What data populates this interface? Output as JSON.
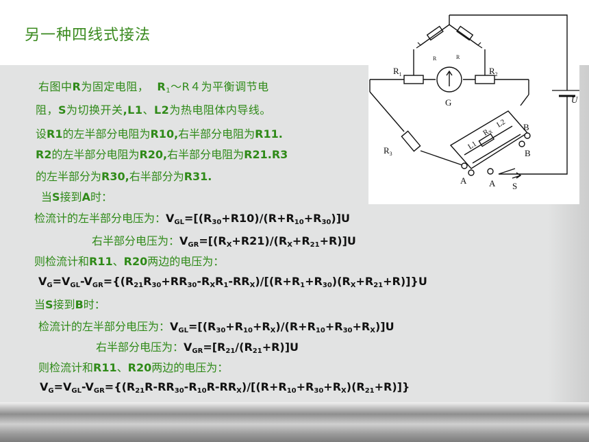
{
  "slide": {
    "title": "另一种四线式接法"
  },
  "circuit": {
    "labels": {
      "r1": "R",
      "r1_sub": "1",
      "r2": "R",
      "r2_sub": "2",
      "r3": "R",
      "r3_sub": "3",
      "r_left": "R",
      "r_right": "R",
      "g": "G",
      "u": "U",
      "l1": "L1",
      "l2": "L2",
      "rx": "R",
      "rx_sub": "X",
      "b1": "B",
      "b2": "B",
      "a1": "A",
      "a2": "A",
      "s": "S"
    }
  },
  "text": {
    "l1_a": "右图中",
    "l1_b": "R",
    "l1_c": "为固定电阻，",
    "l1_d": "R",
    "l1_e": "1",
    "l1_f": "～R４为平衡调节电",
    "l2_a": "阻，",
    "l2_b": "S",
    "l2_c": "为切换开关",
    "l2_d": ",L1",
    "l2_e": "、",
    "l2_f": "L2",
    "l2_g": "为热电阻体内导线。",
    "l3_a": "设",
    "l3_b": "R1",
    "l3_c": "的左半部分电阻为",
    "l3_d": "R10,",
    "l3_e": "右半部分电阻为",
    "l3_f": "R11.",
    "l4_a": "R2",
    "l4_b": "的左半部分电阻为",
    "l4_c": "R20,",
    "l4_d": "右半部分电阻为",
    "l4_e": "R21.R3",
    "l5_a": "的左半部分为",
    "l5_b": "R30,",
    "l5_c": "右半部分为",
    "l5_d": "R31.",
    "l6_a": "当",
    "l6_b": "S",
    "l6_c": "接到",
    "l6_d": "A",
    "l6_e": "时：",
    "l7_label": "检流计的左半部分电压为：",
    "l8_label": "右半部分电压为：",
    "l9_a": "则检流计和",
    "l9_b": "R11",
    "l9_c": "、",
    "l9_d": "R20",
    "l9_e": "两边的电压为：",
    "l11_a": "当",
    "l11_b": "S",
    "l11_c": "接到",
    "l11_d": "B",
    "l11_e": "时：",
    "l12_label": "检流计的左半部分电压为：",
    "l13_label": "右半部分电压为：",
    "l14_a": "则检流计和",
    "l14_b": "R11",
    "l14_c": "、",
    "l14_d": "R20",
    "l14_e": "两边的电压为："
  },
  "formulas": {
    "vgl_a": "V",
    "vgl_a_sub": "GL",
    "vgl_a_body": "=[(R",
    "vgl_a_s1": "30",
    "vgl_a_t1": "+R10)/(R+R",
    "vgl_a_s2": "10",
    "vgl_a_t2": "+R",
    "vgl_a_s3": "30",
    "vgl_a_t3": ")]U",
    "vgr_a": "V",
    "vgr_a_sub": "GR",
    "vgr_a_body": "=[(R",
    "vgr_a_s1": "X",
    "vgr_a_t1": "+R21)/(R",
    "vgr_a_s2": "X",
    "vgr_a_t2": "+R",
    "vgr_a_s3": "21",
    "vgr_a_t3": "+R)]U",
    "vg_a_t0": "V",
    "vg_a_s0": "G",
    "vg_a_t1": "=V",
    "vg_a_s1": "GL",
    "vg_a_t2": "-V",
    "vg_a_s2": "GR",
    "vg_a_t3": "={(R",
    "vg_a_s3": "21",
    "vg_a_t4": "R",
    "vg_a_s4": "30",
    "vg_a_t5": "+RR",
    "vg_a_s5": "30",
    "vg_a_t6": "-R",
    "vg_a_s6": "X",
    "vg_a_t7": "R",
    "vg_a_s7": "1",
    "vg_a_t8": "-RR",
    "vg_a_s8": "X",
    "vg_a_t9": ")/[(R+R",
    "vg_a_s9": "1",
    "vg_a_t10": "+R",
    "vg_a_s10": "30",
    "vg_a_t11": ")(R",
    "vg_a_s11": "X",
    "vg_a_t12": "+R",
    "vg_a_s12": "21",
    "vg_a_t13": "+R)]}U",
    "vgl_b_t0": "V",
    "vgl_b_s0": "GL",
    "vgl_b_t1": "=[(R",
    "vgl_b_s1": "30",
    "vgl_b_t2": "+R",
    "vgl_b_s2": "10",
    "vgl_b_t3": "+R",
    "vgl_b_s3": "X",
    "vgl_b_t4": ")/(R+R",
    "vgl_b_s4": "10",
    "vgl_b_t5": "+R",
    "vgl_b_s5": "30",
    "vgl_b_t6": "+R",
    "vgl_b_s6": "X",
    "vgl_b_t7": ")]U",
    "vgr_b_t0": "V",
    "vgr_b_s0": "GR",
    "vgr_b_t1": "=[R",
    "vgr_b_s1": "21",
    "vgr_b_t2": "/(R",
    "vgr_b_s2": "21",
    "vgr_b_t3": "+R)]U",
    "vg_b_t0": "V",
    "vg_b_s0": "G",
    "vg_b_t1": "=V",
    "vg_b_s1": "GL",
    "vg_b_t2": "-V",
    "vg_b_s2": "GR",
    "vg_b_t3": "={(R",
    "vg_b_s3": "21",
    "vg_b_t4": "R-RR",
    "vg_b_s4": "30",
    "vg_b_t5": "-R",
    "vg_b_s5": "10",
    "vg_b_t6": "R-RR",
    "vg_b_s6": "X",
    "vg_b_t7": ")/[(R+R",
    "vg_b_s7": "10",
    "vg_b_t8": "+R",
    "vg_b_s8": "30",
    "vg_b_t9": "+R",
    "vg_b_s9": "X",
    "vg_b_t10": ")(R",
    "vg_b_s10": "21",
    "vg_b_t11": "+R)]}"
  },
  "colors": {
    "title_green": "#3a8a1f",
    "text_green": "#2f8a18",
    "panel_gray": "#e2e3e3"
  }
}
